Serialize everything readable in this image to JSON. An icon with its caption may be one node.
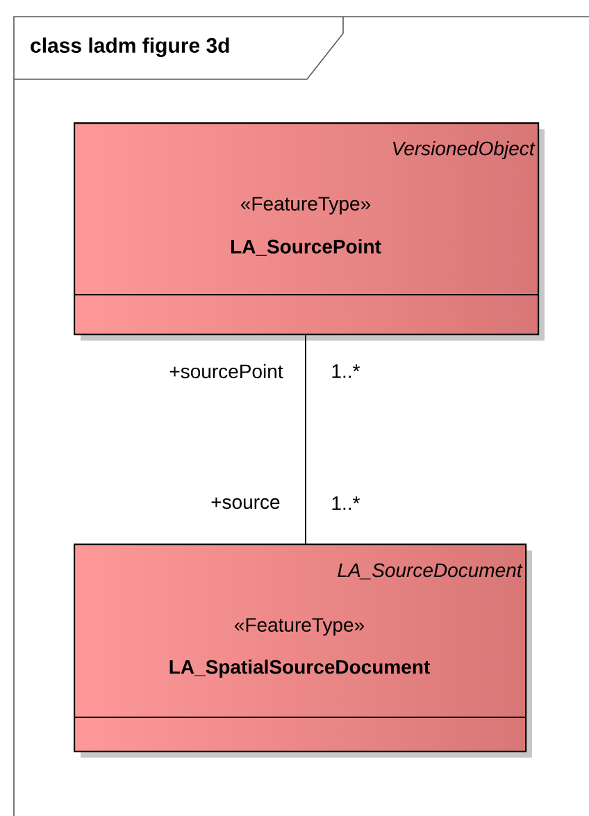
{
  "diagram": {
    "title": "class ladm figure 3d",
    "nodes": [
      {
        "text": [
          "VersionedObject",
          "«FeatureType»",
          "LA_SourcePoint"
        ]
      },
      {
        "text": [
          "LA_SourceDocument",
          "«FeatureType»",
          "LA_SpatialSourceDocument"
        ]
      }
    ],
    "edges": [
      {
        "from": 0,
        "to": 1,
        "arrow": "none"
      }
    ],
    "labels": [
      "+sourcePoint",
      "1..*",
      "+source",
      "1..*"
    ]
  }
}
